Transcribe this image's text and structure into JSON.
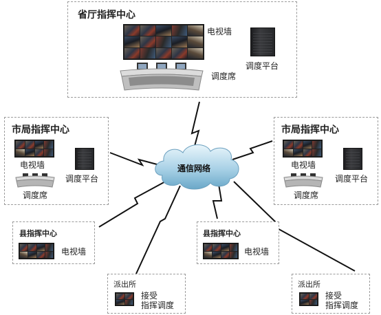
{
  "province": {
    "title": "省厅指挥中心",
    "tv_label": "电视墙",
    "rack_label": "调度平台",
    "desk_label": "调度席"
  },
  "city_left": {
    "title": "市局指挥中心",
    "tv_label": "电视墙",
    "rack_label": "调度平台",
    "desk_label": "调度席"
  },
  "city_right": {
    "title": "市局指挥中心",
    "tv_label": "电视墙",
    "rack_label": "调度平台",
    "desk_label": "调度席"
  },
  "cloud": {
    "label": "通信网络"
  },
  "county_left": {
    "title": "县指挥中心",
    "tv_label": "电视墙"
  },
  "county_right": {
    "title": "县指挥中心",
    "tv_label": "电视墙"
  },
  "police_left": {
    "title": "派出所",
    "line1": "接受",
    "line2": "指挥调度"
  },
  "police_right": {
    "title": "派出所",
    "line1": "接受",
    "line2": "指挥调度"
  }
}
